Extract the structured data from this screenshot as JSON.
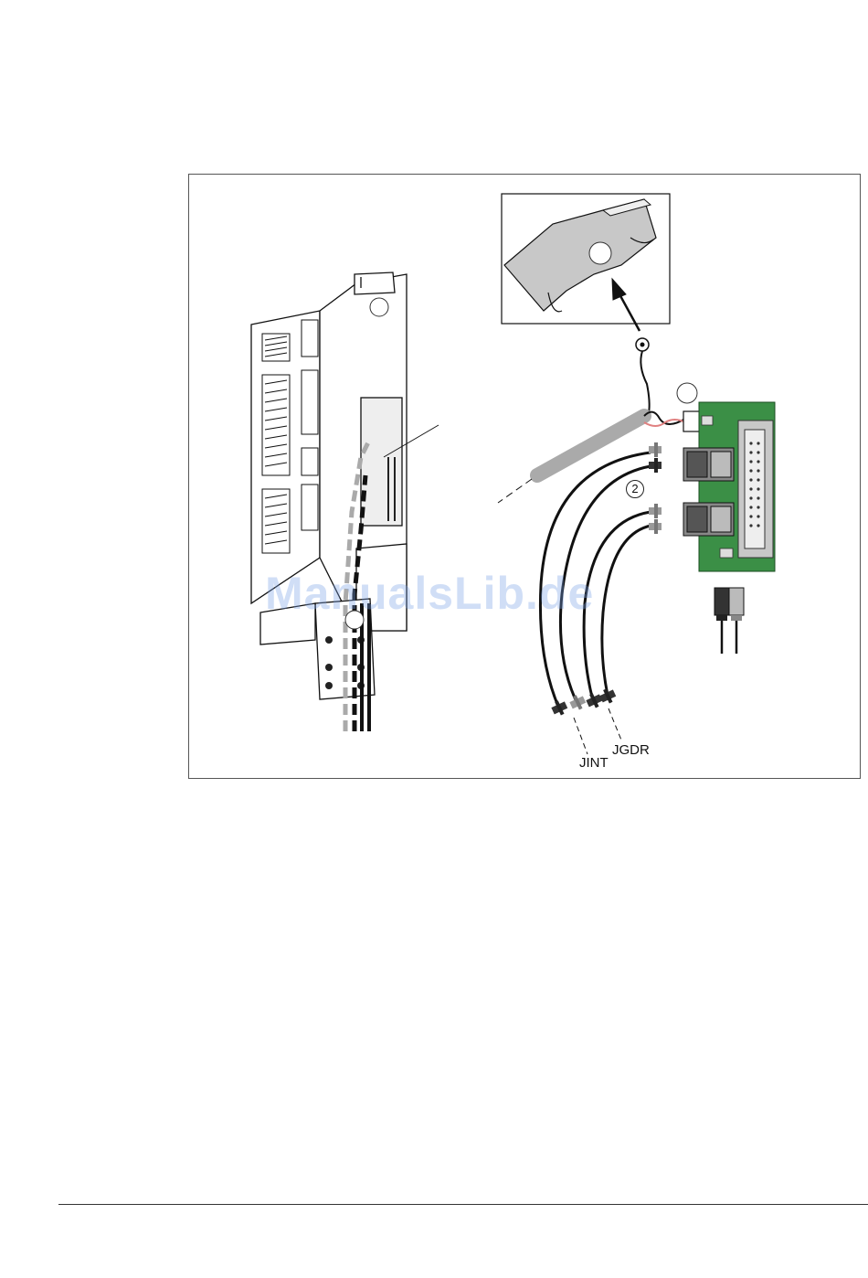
{
  "figure": {
    "labels": {
      "jint": "JINT",
      "jgdr": "JGDR",
      "callout_2": "2"
    },
    "watermark": "ManualsLib.de"
  }
}
